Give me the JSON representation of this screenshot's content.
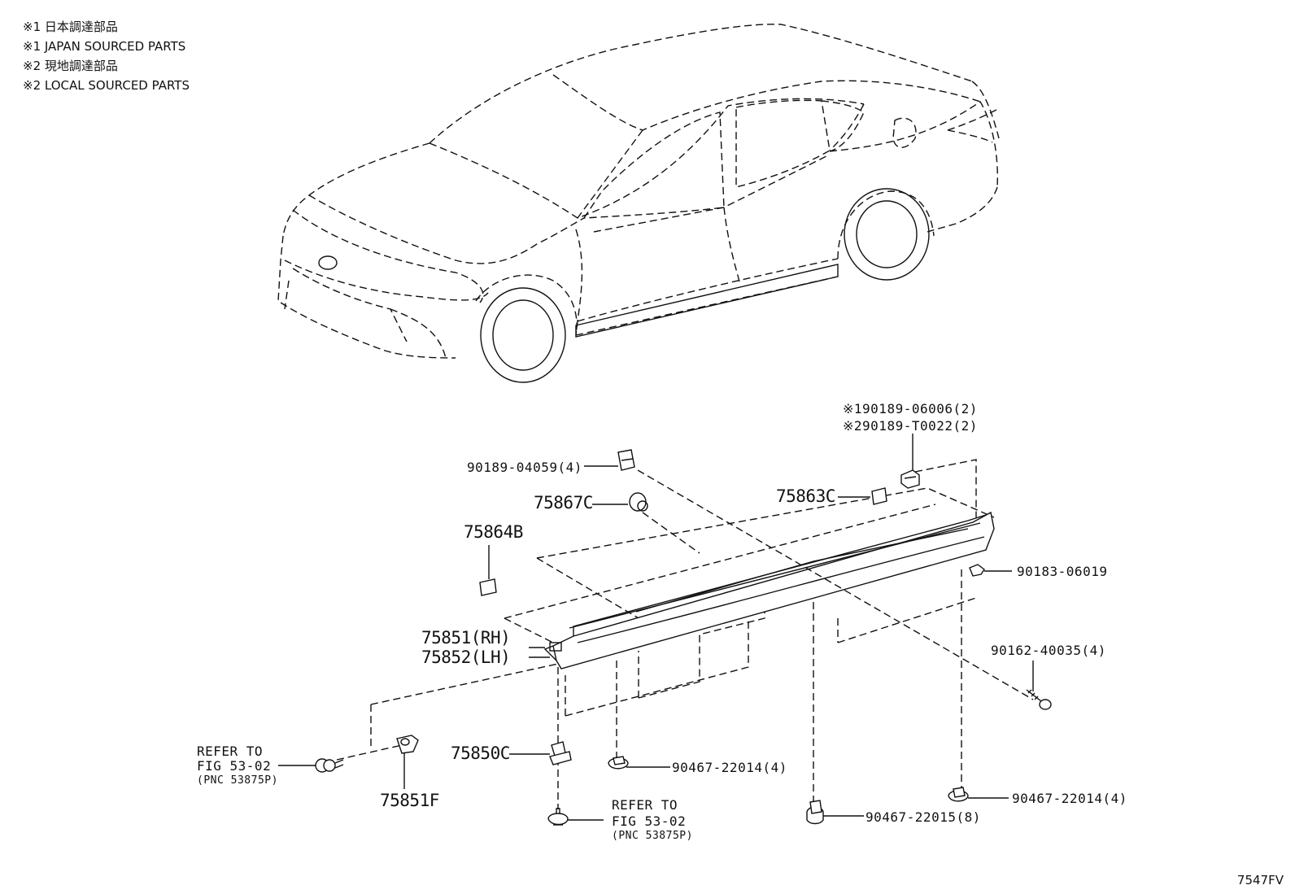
{
  "notes": [
    "※1 日本調達部品",
    "※1 JAPAN SOURCED PARTS",
    "※2 現地調達部品",
    "※2 LOCAL SOURCED PARTS"
  ],
  "figure_id": "7547FV",
  "labels": {
    "clip_04059": "90189-04059(4)",
    "japan_clip": "※190189-06006(2)",
    "local_clip": "※290189-T0022(2)",
    "p75867c": "75867C",
    "p75863c": "75863C",
    "p75864b": "75864B",
    "nut_06019": "90183-06019",
    "rh": "75851(RH)",
    "lh": "75852(LH)",
    "screw_40035": "90162-40035(4)",
    "refer1_a": "REFER TO",
    "refer1_b": "FIG 53-02",
    "refer1_c": "(PNC 53875P)",
    "p75851f": "75851F",
    "p75850c": "75850C",
    "clip_22014_a": "90467-22014(4)",
    "clip_22014_b": "90467-22014(4)",
    "clip_22015": "90467-22015(8)",
    "refer2_a": "REFER TO",
    "refer2_b": "FIG 53-02",
    "refer2_c": "(PNC 53875P)"
  }
}
